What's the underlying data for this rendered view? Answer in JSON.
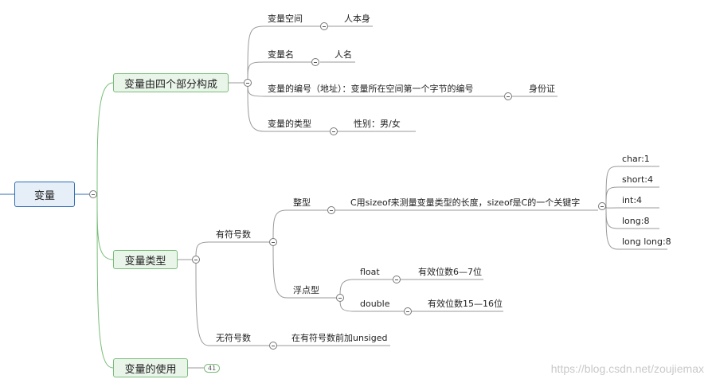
{
  "root": {
    "label": "变量"
  },
  "parts": {
    "label": "变量由四个部分构成",
    "items": [
      {
        "label": "变量空间",
        "child": "人本身"
      },
      {
        "label": "变量名",
        "child": "人名"
      },
      {
        "label": "变量的编号（地址）：变量所在空间第一个字节的编号",
        "child": "身份证"
      },
      {
        "label": "变量的类型",
        "child": "性别：男/女"
      }
    ]
  },
  "types": {
    "label": "变量类型",
    "signed": {
      "label": "有符号数",
      "integer": {
        "label": "整型",
        "note": "C用sizeof来测量变量类型的长度，sizeof是C的一个关键字",
        "sizes": [
          "char:1",
          "short:4",
          "int:4",
          "long:8",
          "long long:8"
        ]
      },
      "float_type": {
        "label": "浮点型",
        "float": {
          "label": "float",
          "child": "有效位数6—7位"
        },
        "double": {
          "label": "double",
          "child": "有效位数15—16位"
        }
      }
    },
    "unsigned": {
      "label": "无符号数",
      "child": "在有符号数前加unsiged"
    }
  },
  "usage": {
    "label": "变量的使用",
    "badge": "41"
  },
  "watermark": "https://blog.csdn.net/zoujiemax",
  "colors": {
    "root_border": "#2f6db5",
    "main_border": "#79bd79",
    "line": "#999999"
  }
}
